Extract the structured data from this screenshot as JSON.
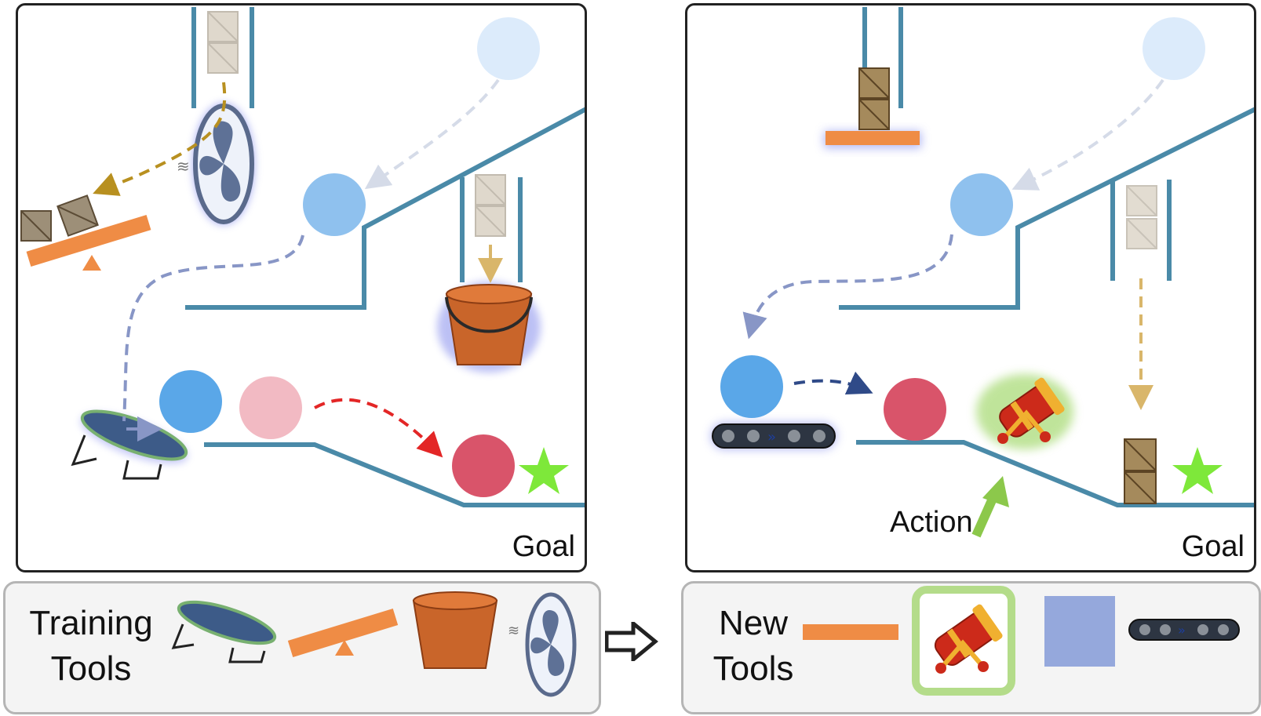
{
  "left_panel": {
    "goal_label": "Goal"
  },
  "right_panel": {
    "goal_label": "Goal",
    "action_label": "Action"
  },
  "training_tools": {
    "label_line1": "Training",
    "label_line2": "Tools",
    "items": [
      "trampoline-icon",
      "seesaw-icon",
      "bucket-icon",
      "fan-icon"
    ]
  },
  "new_tools": {
    "label_line1": "New",
    "label_line2": "Tools",
    "items": [
      "plank-icon",
      "cannon-icon",
      "square-block-icon",
      "conveyor-belt-icon"
    ]
  },
  "colors": {
    "wall": "#4a8aa8",
    "ball_light": "#8fc1ee",
    "ball_faint": "#dcebfb",
    "ball_blue": "#5aa7e8",
    "ball_pink": "#f2bac3",
    "ball_red": "#d9546a",
    "goal_star": "#7ee83a",
    "plank": "#ef8c45",
    "path_gold": "#b89020",
    "path_blue": "#8896c6",
    "path_red": "#e32626",
    "action_arrow": "#8cc84b"
  }
}
